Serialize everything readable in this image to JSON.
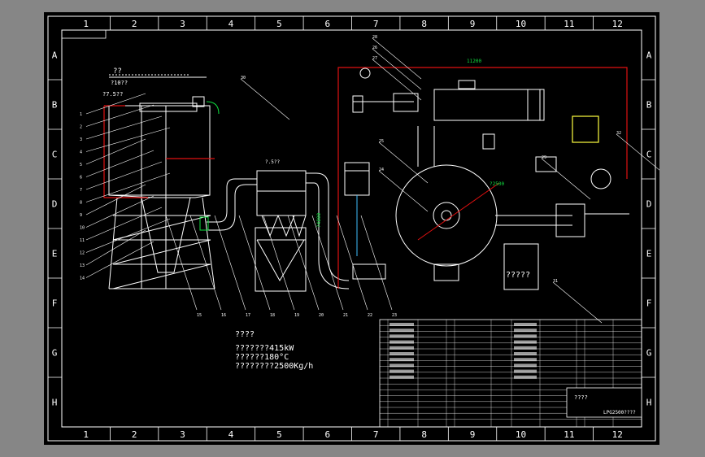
{
  "window": {
    "background": "#868686",
    "sheet_color": "#000000"
  },
  "colors": {
    "frame": "#ffffff",
    "line": "#ffffff",
    "highlight_red": "#e01010",
    "dimension_green": "#10e040",
    "accent_yellow": "#ffff40"
  },
  "grid": {
    "columns": [
      "1",
      "2",
      "3",
      "4",
      "5",
      "6",
      "7",
      "8",
      "9",
      "10",
      "11",
      "12"
    ],
    "rows": [
      "A",
      "B",
      "C",
      "D",
      "E",
      "F",
      "G",
      "H"
    ]
  },
  "callouts": {
    "left": [
      "1",
      "2",
      "3",
      "4",
      "5",
      "6",
      "7",
      "8",
      "9",
      "10",
      "11",
      "12",
      "13",
      "14"
    ],
    "bottom": [
      "15",
      "16",
      "17",
      "18",
      "19",
      "20",
      "21",
      "22",
      "23"
    ],
    "right": [
      "24",
      "25",
      "26",
      "27",
      "28",
      "29",
      "30",
      "31",
      "32"
    ]
  },
  "annotations": {
    "top_left_mark": "??",
    "level_mark_1": "?10??",
    "level_mark_2": "?7.5??",
    "cyclone_mark": "?.5??",
    "dim_main": "11200",
    "dim_vertical": "?4800",
    "dim_diameter": "?2500",
    "placeholder_box_label": "?????"
  },
  "specs": {
    "title": "????",
    "lines": [
      "???????415kW",
      "??????180°C",
      "????????2500Kg/h"
    ]
  },
  "title_block": {
    "drawing_name": "????",
    "drawing_code": "LPG2500????"
  }
}
